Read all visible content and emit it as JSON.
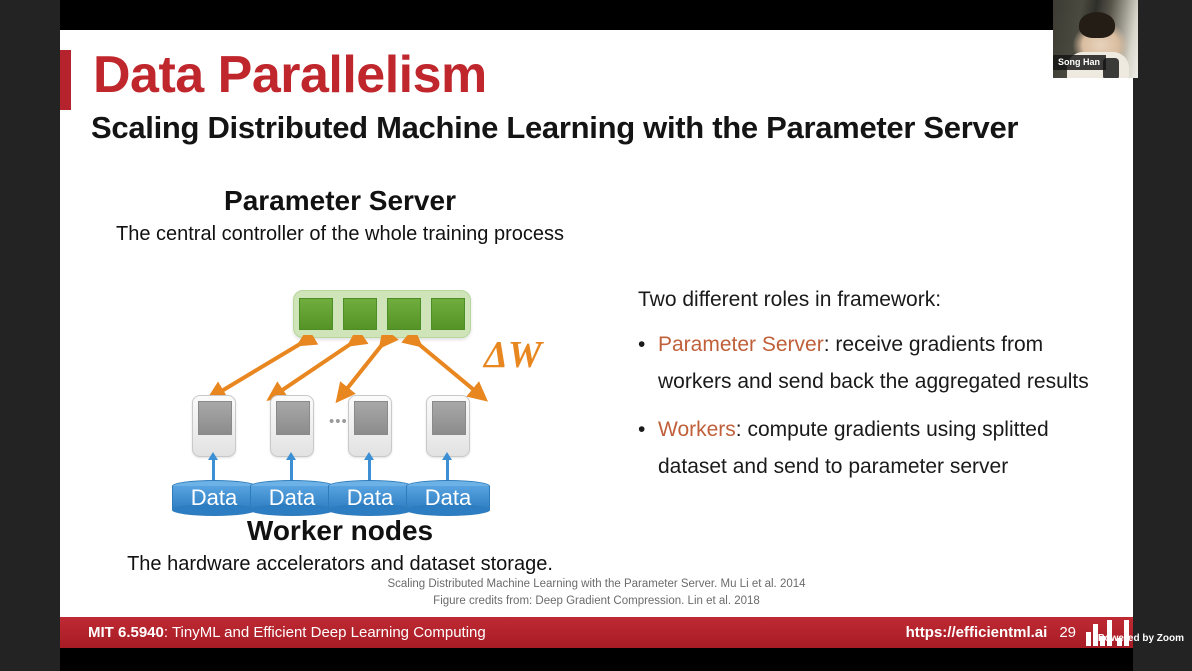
{
  "slide": {
    "title": "Data Parallelism",
    "subtitle": "Scaling Distributed Machine Learning with the Parameter Server",
    "accent_red": "#c0272d"
  },
  "diagram": {
    "parameter_server": {
      "title": "Parameter Server",
      "subtitle": "The central controller of the whole training process",
      "cells": 4,
      "cell_color": "#5ea02f",
      "box_color": "#cfe4b8"
    },
    "gradient_label": "ΔW",
    "gradient_label_color": "#e8861f",
    "workers": {
      "title": "Worker nodes",
      "subtitle": "The hardware accelerators and dataset storage.",
      "ellipsis": "•••",
      "nodes": [
        {
          "data_label": "Data"
        },
        {
          "data_label": "Data"
        },
        {
          "data_label": "Data"
        },
        {
          "data_label": "Data"
        }
      ],
      "data_color": "#3d8fd4"
    }
  },
  "roles": {
    "lead": "Two different roles in framework:",
    "items": [
      {
        "bullet": "•",
        "term": "Parameter Server",
        "rest": ": receive gradients from workers and send back the aggregated results"
      },
      {
        "bullet": "•",
        "term": "Workers",
        "rest": ": compute gradients using splitted dataset and send to parameter server"
      }
    ],
    "term_color": "#c0603a"
  },
  "citation": {
    "line1": "Scaling Distributed Machine Learning with the Parameter Server. Mu Li et al. 2014",
    "line2": "Figure credits from: Deep Gradient Compression. Lin et al. 2018"
  },
  "footer": {
    "course_code": "MIT 6.5940",
    "course_title": ": TinyML and Efficient Deep Learning Computing",
    "url": "https://efficientml.ai",
    "page_number": "29",
    "logo_name": "mit-logo",
    "bar_color": "#b5232c"
  },
  "video": {
    "participant_name": "Song Han",
    "powered_by": "Powered by Zoom"
  }
}
